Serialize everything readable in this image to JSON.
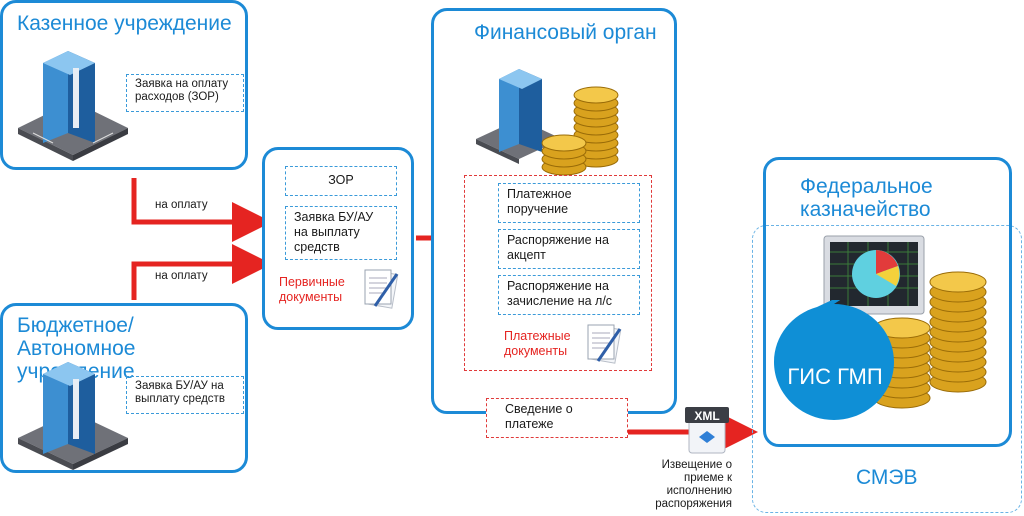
{
  "institution": {
    "title": "Казенное учреждение",
    "doc": "Заявка на оплату расходов (ЗОР)"
  },
  "budget": {
    "title": "Бюджетное/ Автономное учреждение",
    "doc": "Заявка БУ/АУ на выплату средств"
  },
  "arrows": {
    "pay_top": "на оплату",
    "pay_bottom": "на оплату"
  },
  "primary": {
    "item1": "ЗОР",
    "item2": "Заявка БУ/АУ на выплату средств",
    "label": "Первичные документы"
  },
  "finance": {
    "title": "Финансовый орган",
    "docs": [
      "Платежное поручение",
      "Распоряжение на акцепт",
      "Распоряжение на зачисление на л/с"
    ],
    "label": "Платежные документы",
    "info": "Сведение о платеже"
  },
  "xml": {
    "badge": "XML",
    "caption": "Извещение о приеме к исполнению распоряжения"
  },
  "treasury": {
    "title": "Федеральное казначейство",
    "gis": "ГИС ГМП",
    "smev": "СМЭВ"
  },
  "colors": {
    "panel_border": "#1c8ad6",
    "arrow": "#e52421",
    "gis_bubble": "#0f8fd6"
  }
}
